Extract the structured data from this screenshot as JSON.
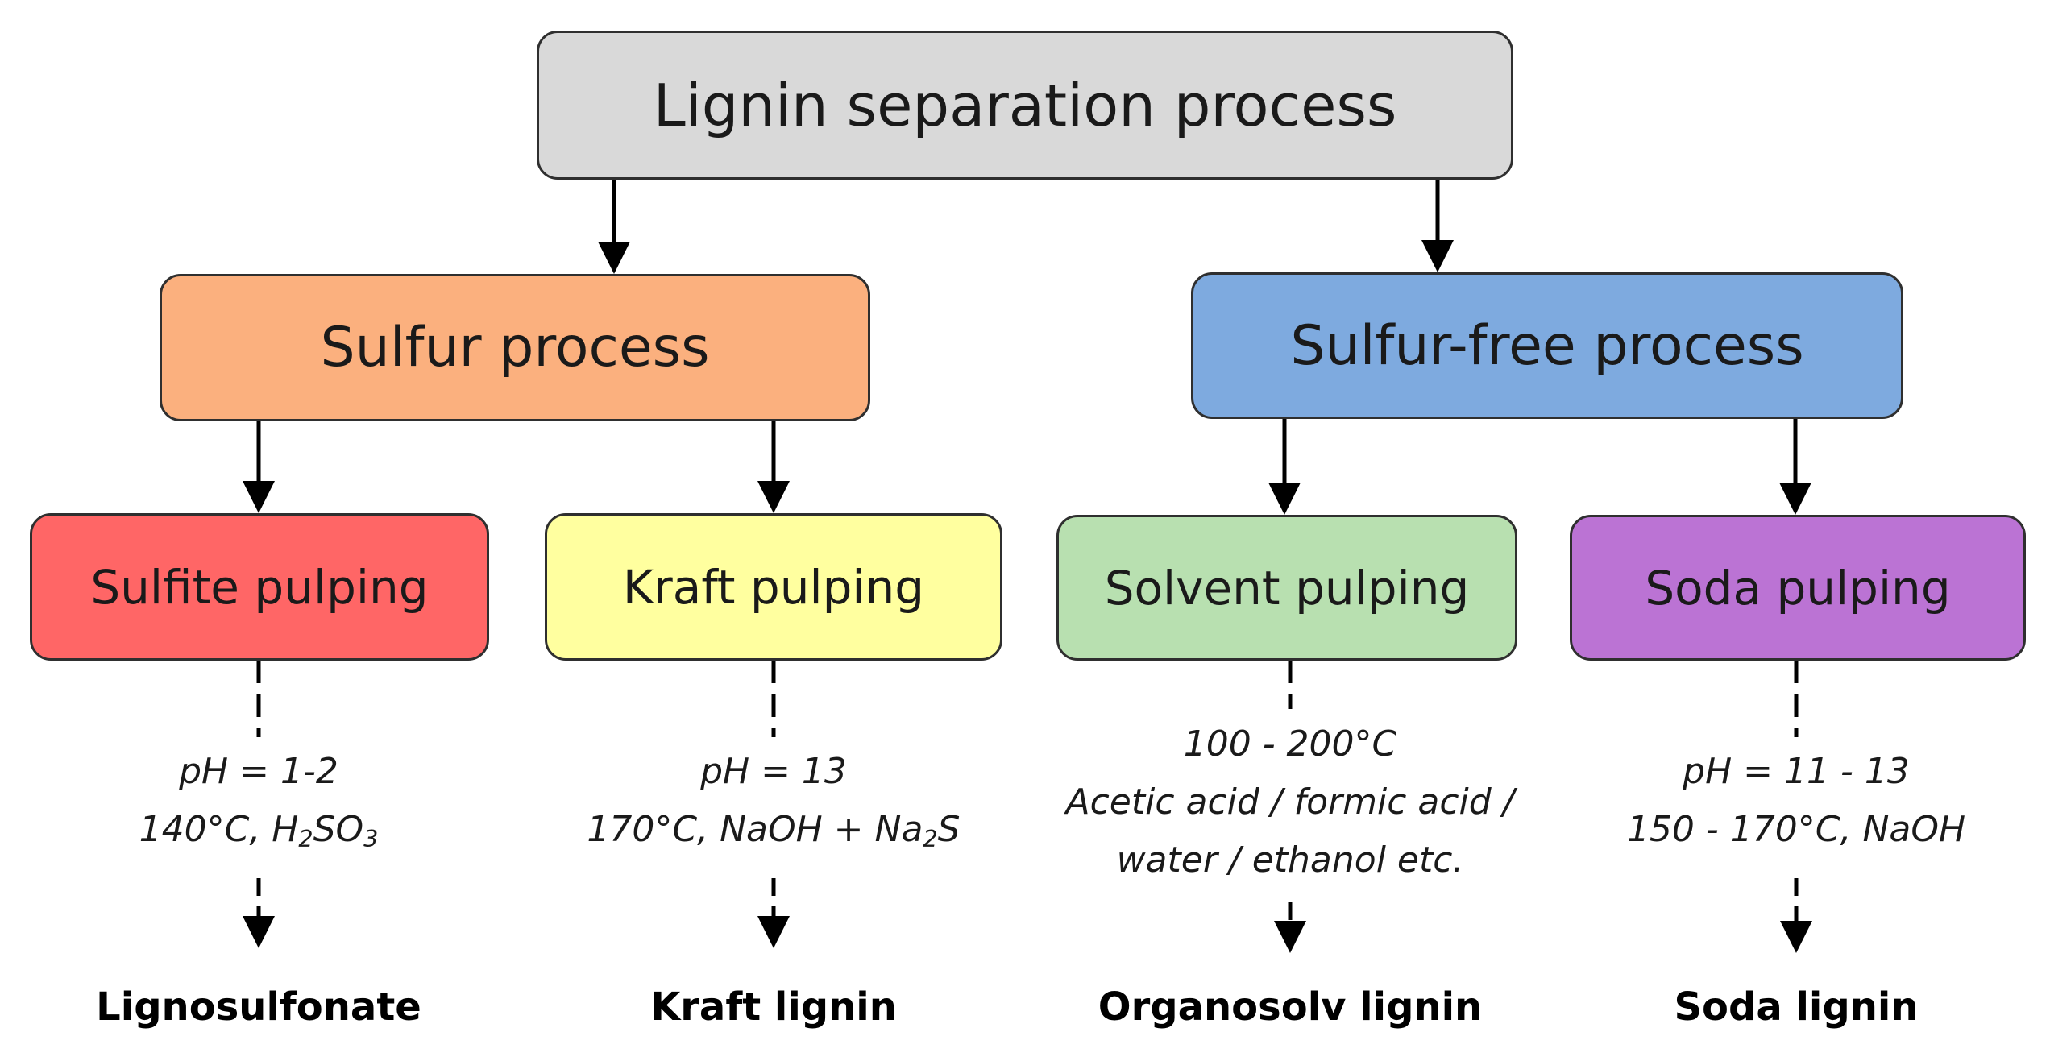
{
  "root": {
    "label": "Lignin separation process",
    "color": "#d9d9d9"
  },
  "categories": [
    {
      "label": "Sulfur process",
      "color": "#fbb07e"
    },
    {
      "label": "Sulfur-free process",
      "color": "#7eaadf"
    }
  ],
  "methods": [
    {
      "label": "Sulfite pulping",
      "color": "#ff6666"
    },
    {
      "label": "Kraft pulping",
      "color": "#ffff9f"
    },
    {
      "label": "Solvent pulping",
      "color": "#b8e0b0"
    },
    {
      "label": "Soda pulping",
      "color": "#bb73d4"
    }
  ],
  "conditions": {
    "sulfite": {
      "ph": "pH = 1-2",
      "temp_prefix": "140°C, H",
      "sub1": "2",
      "mid": "SO",
      "sub2": "3"
    },
    "kraft": {
      "ph": "pH = 13",
      "temp_prefix": "170°C, NaOH + Na",
      "sub1": "2",
      "suffix": "S"
    },
    "solvent": {
      "line1": "100 - 200°C",
      "line2": "Acetic acid / formic acid /",
      "line3": "water / ethanol etc."
    },
    "soda": {
      "ph": "pH = 11 - 13",
      "line2": "150 - 170°C, NaOH"
    }
  },
  "products": [
    "Lignosulfonate",
    "Kraft lignin",
    "Organosolv  lignin",
    "Soda lignin"
  ]
}
